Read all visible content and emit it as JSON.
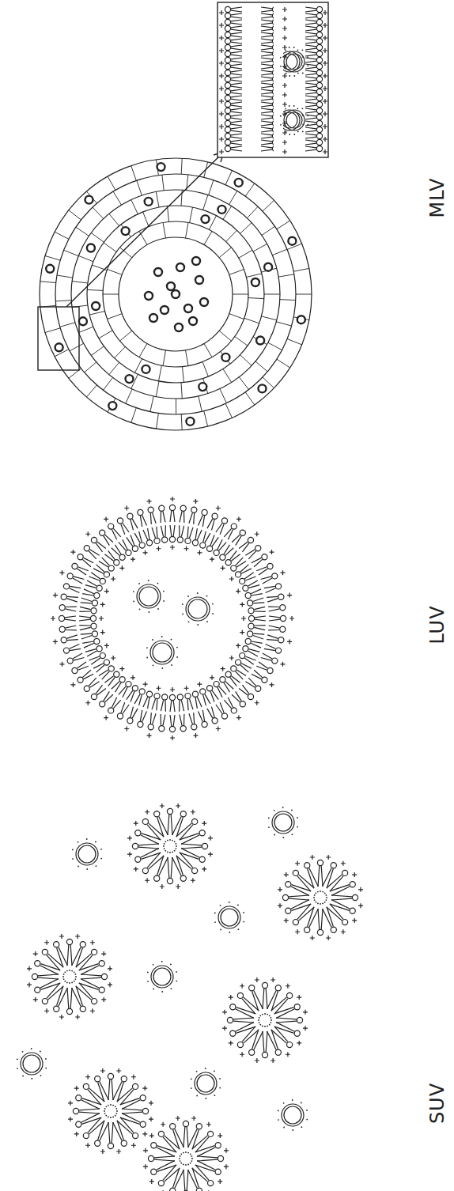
{
  "diagram": {
    "labels": [
      "MLV",
      "LUV",
      "SUV"
    ]
  }
}
